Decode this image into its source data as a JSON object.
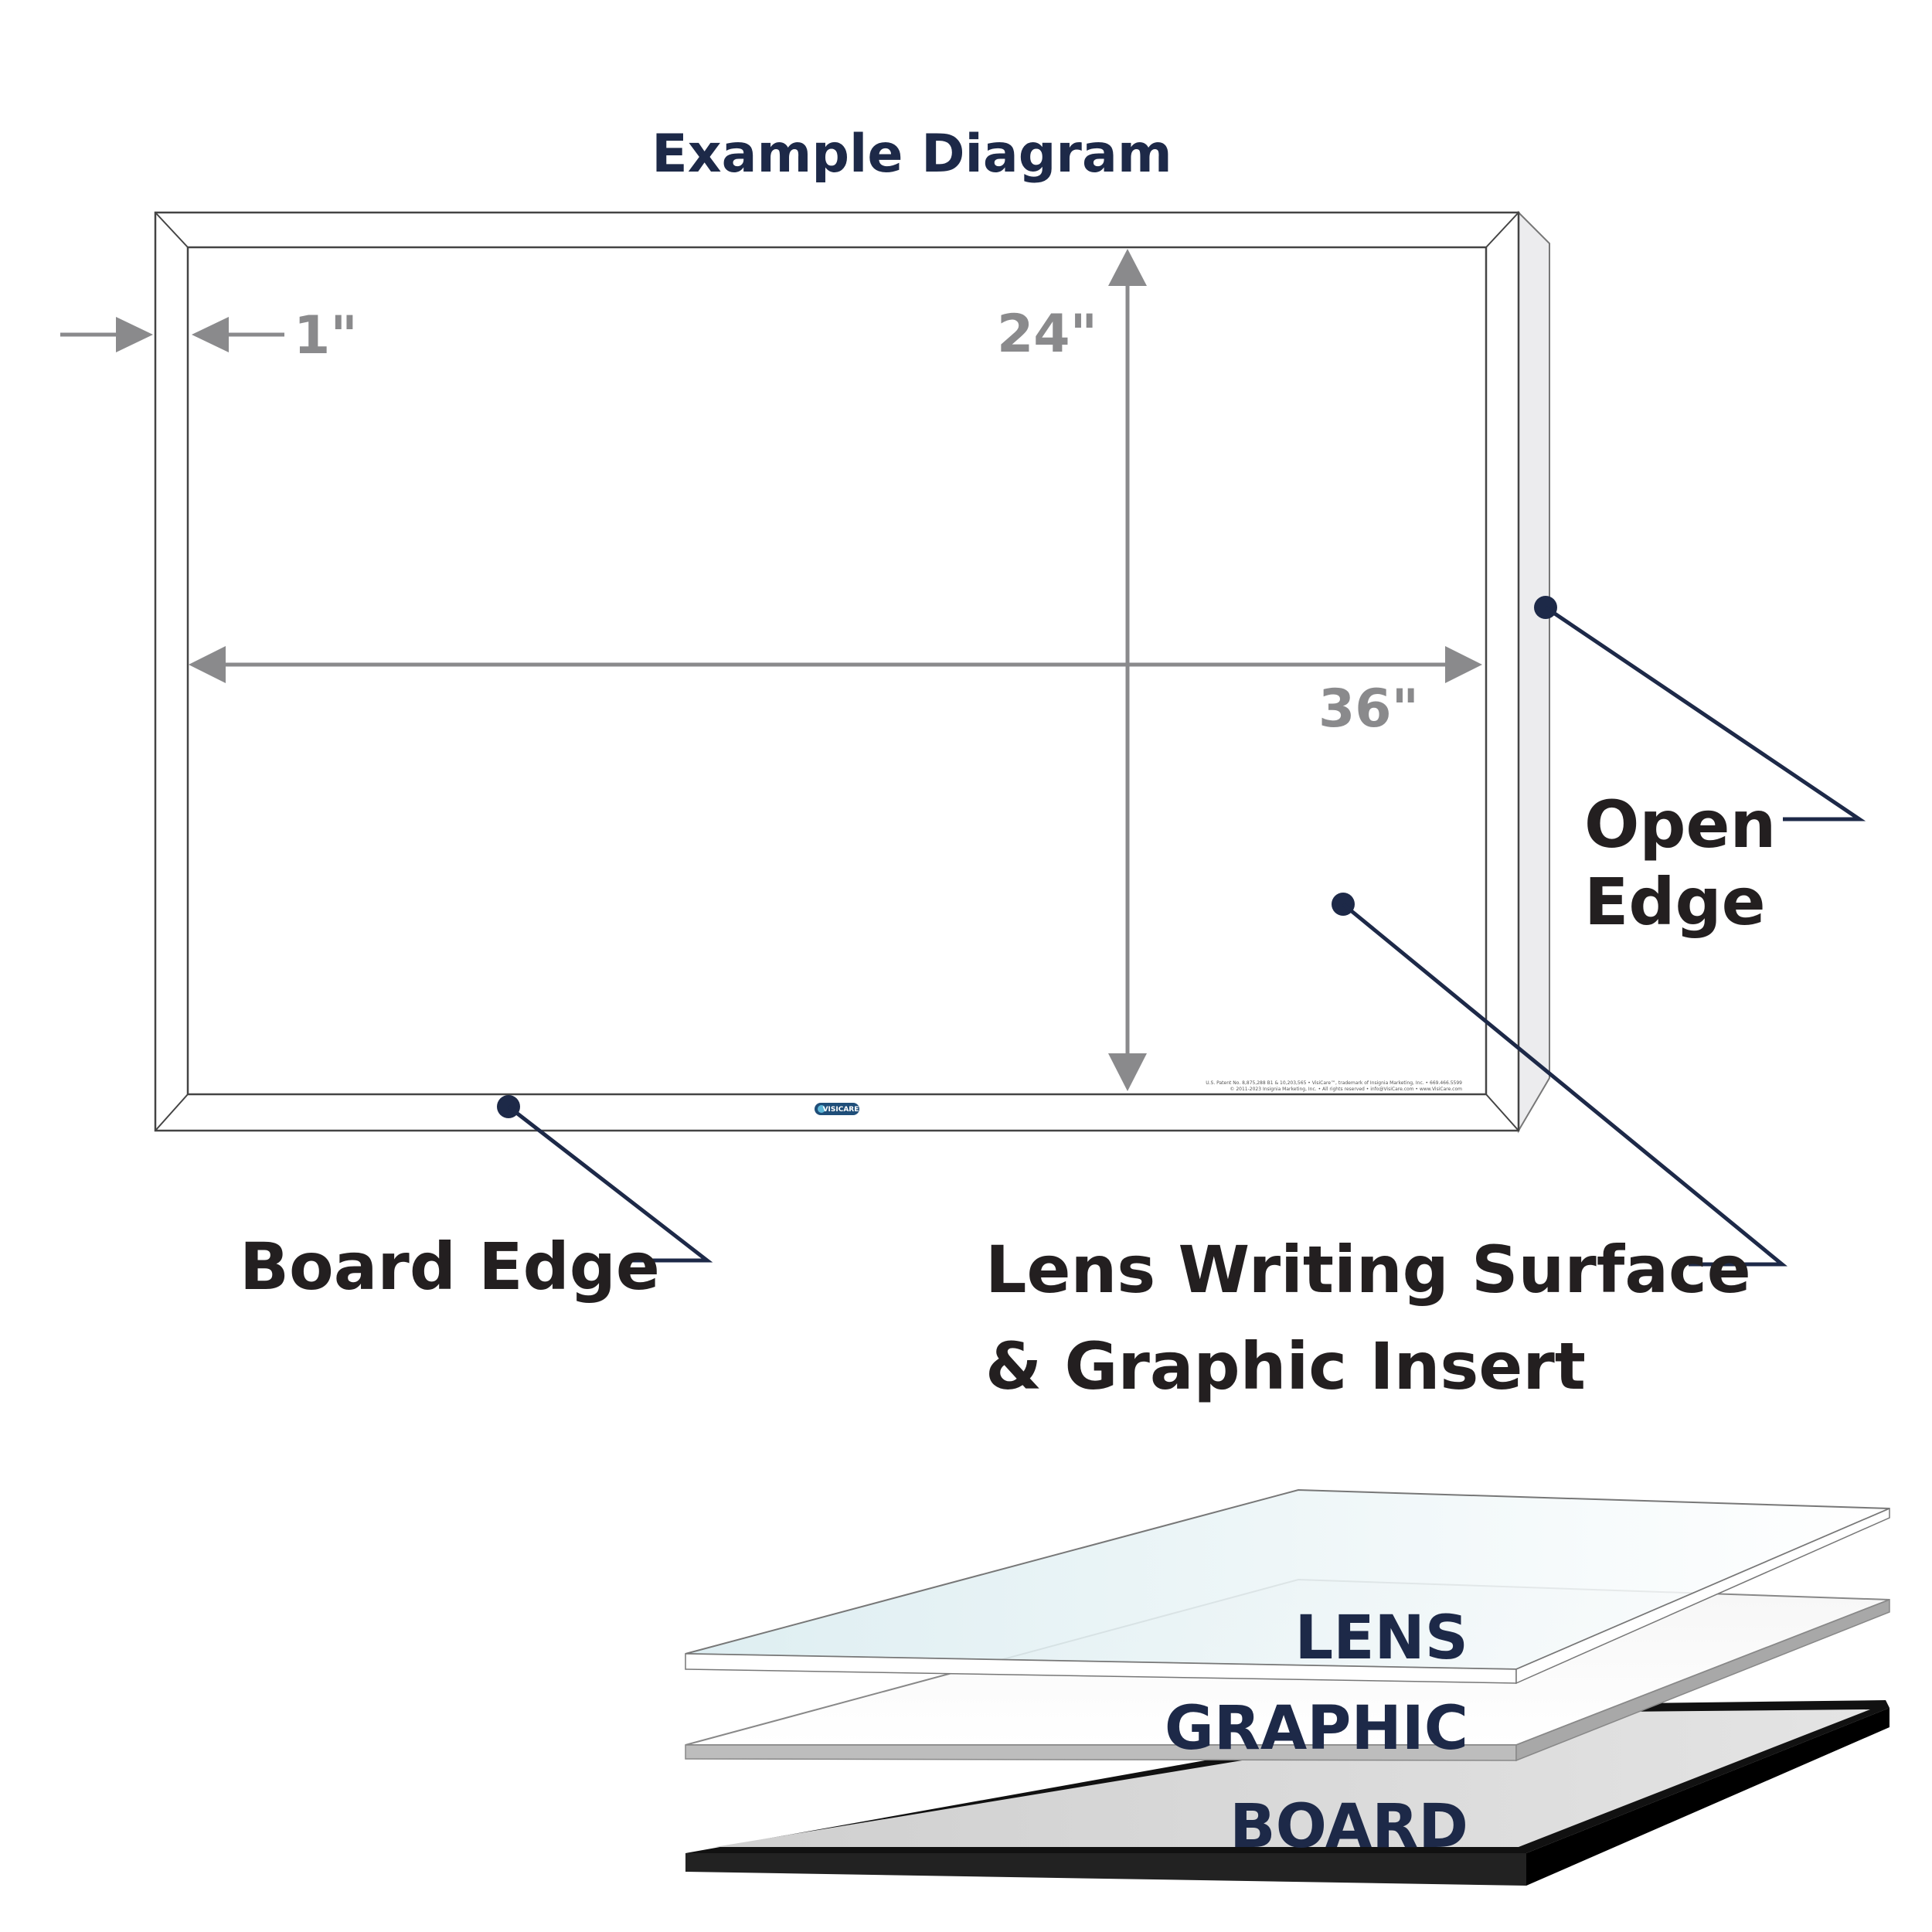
{
  "title": "Example Diagram",
  "dimensions": {
    "border_width": "1\"",
    "height": "24\"",
    "width": "36\""
  },
  "callouts": {
    "open_edge_line1": "Open",
    "open_edge_line2": "Edge",
    "board_edge": "Board Edge",
    "lens_line1": "Lens Writing Surface",
    "lens_line2": "& Graphic Insert"
  },
  "fine_print": {
    "line1": "U.S. Patent No. 8,875,288 B1 & 10,203,565 • VisiCare™, trademark of Insignia Marketing, Inc. • 669.466.5599",
    "line2": "© 2011-2023 Insignia Marketing, Inc. • All rights reserved • info@VisiCare.com • www.VisiCare.com"
  },
  "logo_text": "VISICARE",
  "layers": {
    "lens": "LENS",
    "graphic": "GRAPHIC",
    "board": "BOARD"
  },
  "colors": {
    "navy": "#1d2948",
    "dimension_gray": "#8a8a8c",
    "callout_text": "#231f20"
  }
}
